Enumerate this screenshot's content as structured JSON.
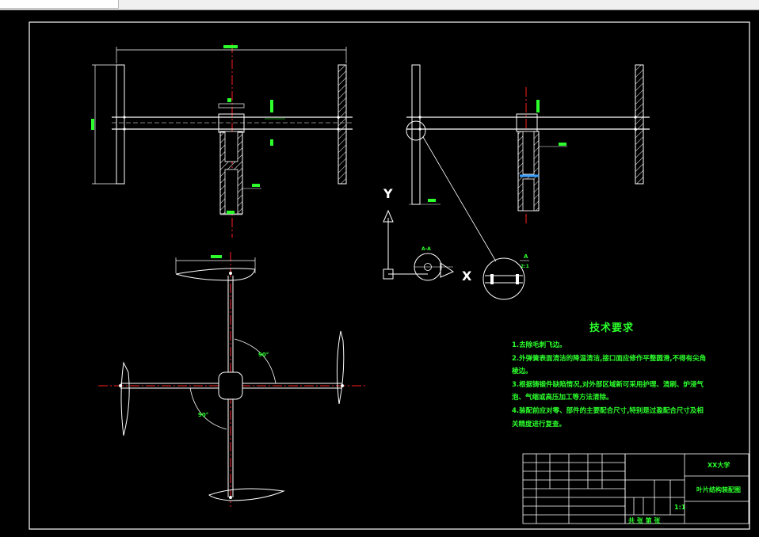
{
  "tech_requirements": {
    "heading": "技术要求",
    "items": [
      "1.去除毛刺飞边。",
      "2.外弹簧表面清洁的降温清洁,接口面应修作平整圆滑,不得有尖角棱边。",
      "3.根据铸锻件缺陷情况,对外部区域新可采用护理、清刷、炉浸气泡、气缩或高压加工等方法清除。",
      "4.装配前应对零、部件的主要配合尺寸,特别是过盈配合尺寸及相关精度进行复查。"
    ]
  },
  "title_block": {
    "school": "XX大学",
    "drawing_title": "叶片结构装配图",
    "scale": "1:1",
    "sheet_label": "共 张 第 张"
  },
  "axis_labels": {
    "y": "Y",
    "x": "X"
  },
  "section_labels": {
    "section_a": "A-A",
    "detail_a": "A",
    "detail_scale": "2:1"
  },
  "angle_labels": {
    "upper": "90°",
    "lower": "90°"
  }
}
